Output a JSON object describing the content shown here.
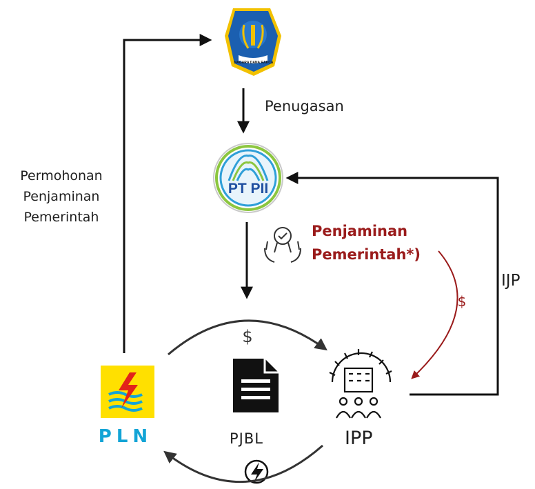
{
  "nodes": {
    "kemenkeu": {
      "seal_text": "NAGARA DANA RAKCA"
    },
    "ptpii": {
      "logo_text": "PT PII"
    },
    "pln": {
      "logo_text": "PLN"
    },
    "pjbl": {
      "label": "PJBL"
    },
    "ipp": {
      "label": "IPP"
    }
  },
  "edges": {
    "permohonan": {
      "lines": [
        "Permohonan",
        "Penjaminan",
        "Pemerintah"
      ]
    },
    "penugasan": {
      "label": "Penugasan"
    },
    "penjaminan": {
      "lines": [
        "Penjaminan",
        "Pemerintah*)"
      ]
    },
    "ijp": {
      "label": "IJP"
    },
    "payment_symbol": "$",
    "energy_icon": "lightning-icon"
  },
  "colors": {
    "line": "#111111",
    "guarantee_red": "#9a1b1b",
    "pln_yellow": "#ffe000",
    "pln_blue": "#13a4d6",
    "ptpii_blue": "#1f4fa0",
    "ptpii_green": "#8cc63f",
    "seal_blue": "#1b5fb0",
    "seal_gold": "#f2c100"
  }
}
